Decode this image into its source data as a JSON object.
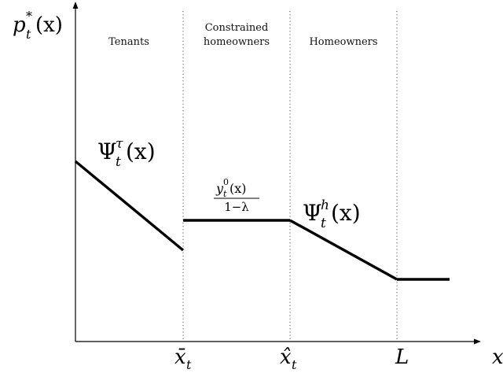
{
  "axes": {
    "y_label_base": "p",
    "y_label_sup": "*",
    "y_label_sub": "t",
    "y_label_arg": "(x)",
    "x_label": "x"
  },
  "regions": {
    "tenants": "Tenants",
    "constrained_line1": "Constrained",
    "constrained_line2": "homeowners",
    "homeowners": "Homeowners"
  },
  "curves": {
    "tenant_label_base": "Ψ",
    "tenant_label_sup": "τ",
    "tenant_label_sub": "t",
    "tenant_label_arg": "(x)",
    "constrained_num_base": "y",
    "constrained_num_sup": "0",
    "constrained_num_sub": "t",
    "constrained_num_arg": "(x)",
    "constrained_den": "1−λ",
    "homeowner_label_base": "Ψ",
    "homeowner_label_sup": "h",
    "homeowner_label_sub": "t",
    "homeowner_label_arg": "(x)"
  },
  "ticks": {
    "xbar_base": "x̄",
    "xbar_sub": "t",
    "xhat_base": "x̂",
    "xhat_sub": "t",
    "L": "L"
  },
  "colors": {
    "line": "#000000",
    "divider": "#555555"
  }
}
